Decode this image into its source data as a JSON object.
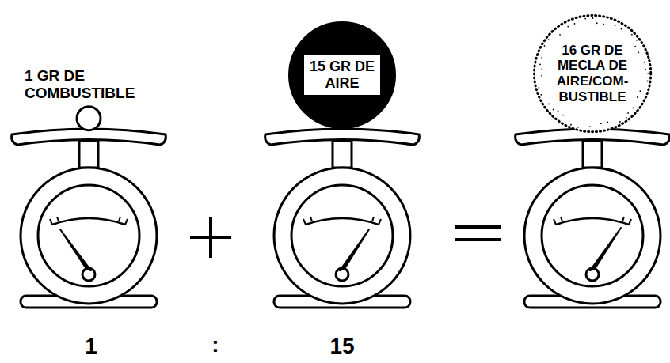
{
  "diagram": {
    "nodes": [
      {
        "text": [
          "1 GR DE COMBUSTIBLE"
        ]
      },
      {
        "text": [
          "15 GR DE AIRE"
        ]
      },
      {
        "text": [
          "16 GR DE MECLA DE AIRE/COM- BUSTIBLE"
        ]
      }
    ],
    "labels": [
      "1",
      ":",
      "15"
    ]
  }
}
